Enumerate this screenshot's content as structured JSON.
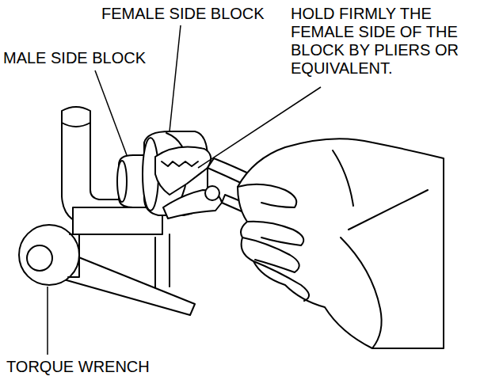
{
  "diagram": {
    "labels": [
      "FEMALE SIDE BLOCK",
      "MALE SIDE BLOCK",
      "HOLD FIRMLY THE FEMALE SIDE OF THE BLOCK BY PLIERS OR EQUIVALENT.",
      "TORQUE WRENCH"
    ]
  }
}
